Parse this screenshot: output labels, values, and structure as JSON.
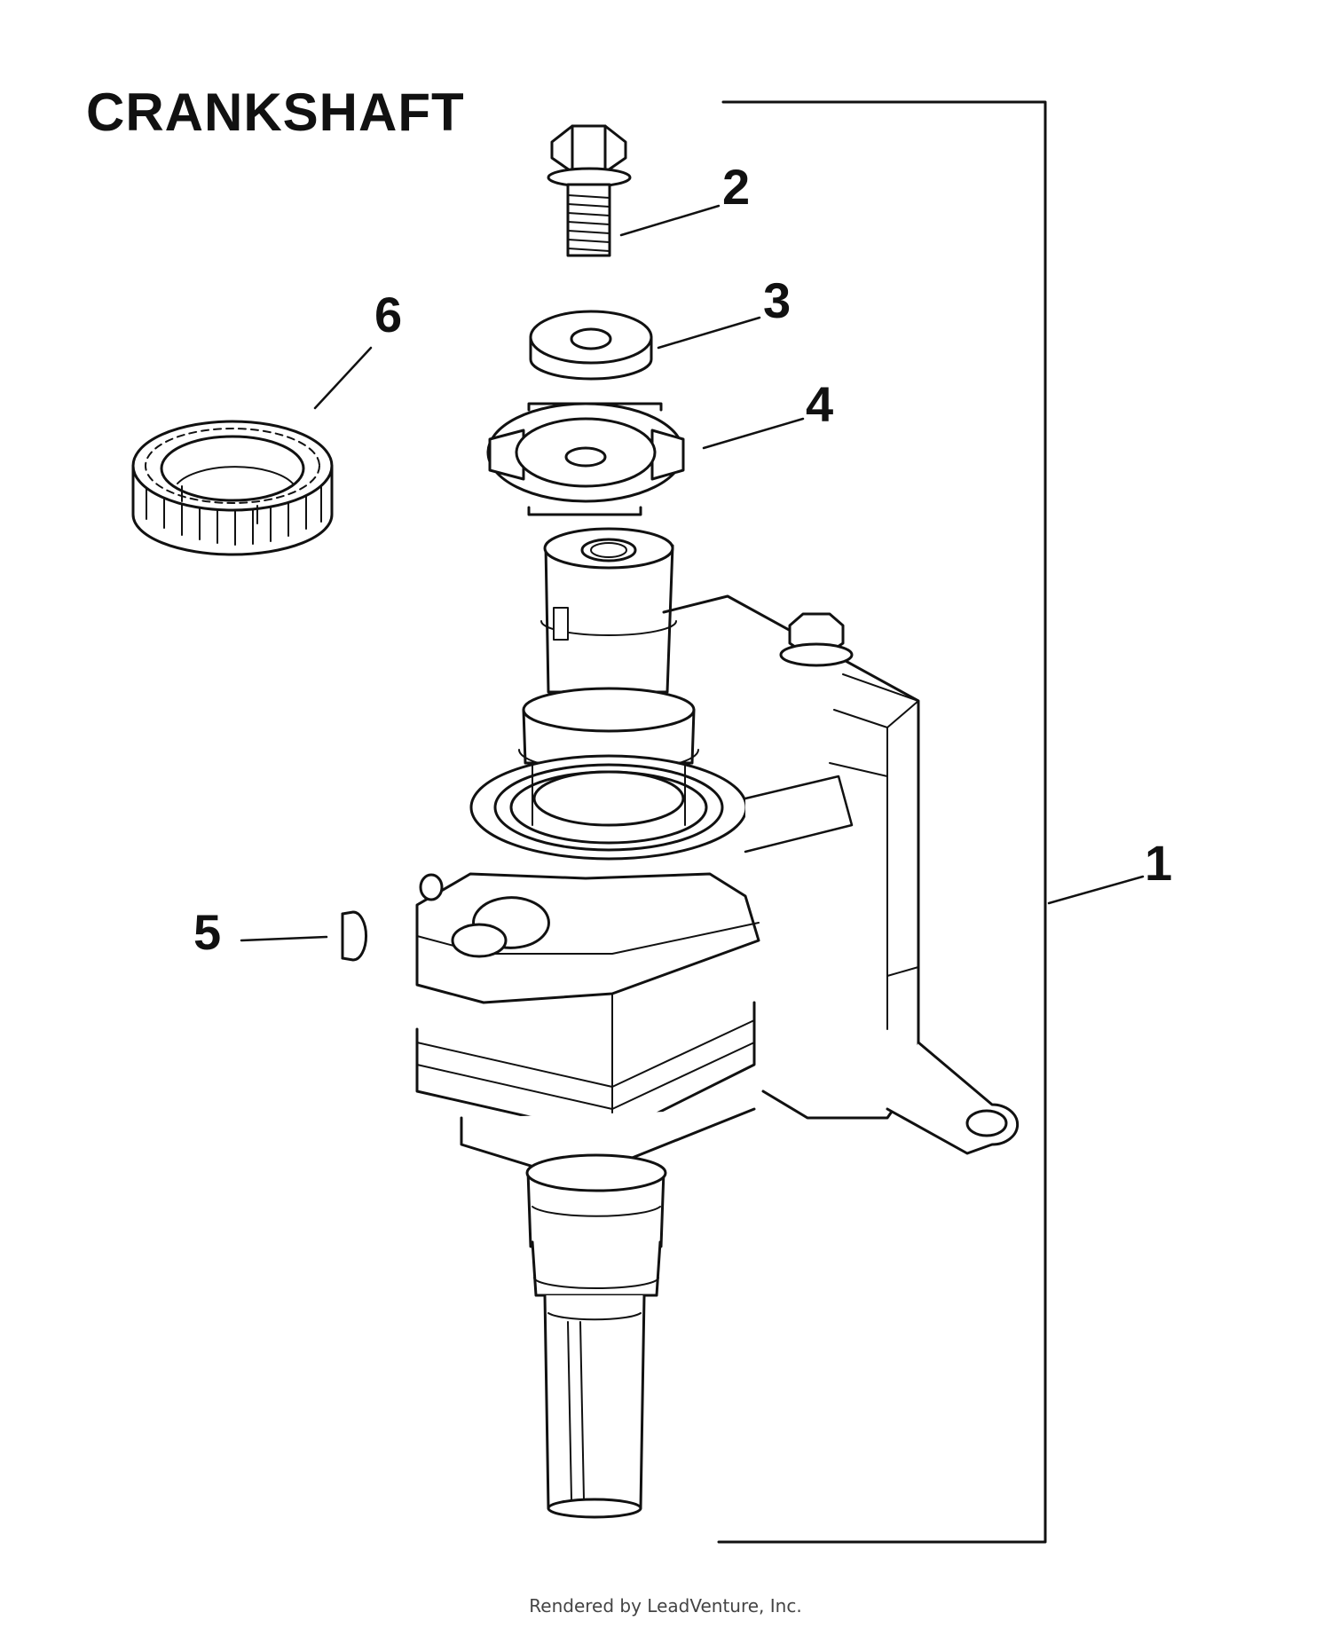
{
  "title": "CRANKSHAFT",
  "callouts": [
    {
      "id": "1",
      "label": "1",
      "part": "crankshaft-assembly"
    },
    {
      "id": "2",
      "label": "2",
      "part": "flange-bolt"
    },
    {
      "id": "3",
      "label": "3",
      "part": "washer"
    },
    {
      "id": "4",
      "label": "4",
      "part": "retainer-plate"
    },
    {
      "id": "5",
      "label": "5",
      "part": "woodruff-key"
    },
    {
      "id": "6",
      "label": "6",
      "part": "timing-gear"
    }
  ],
  "footer": "Rendered by LeadVenture, Inc."
}
